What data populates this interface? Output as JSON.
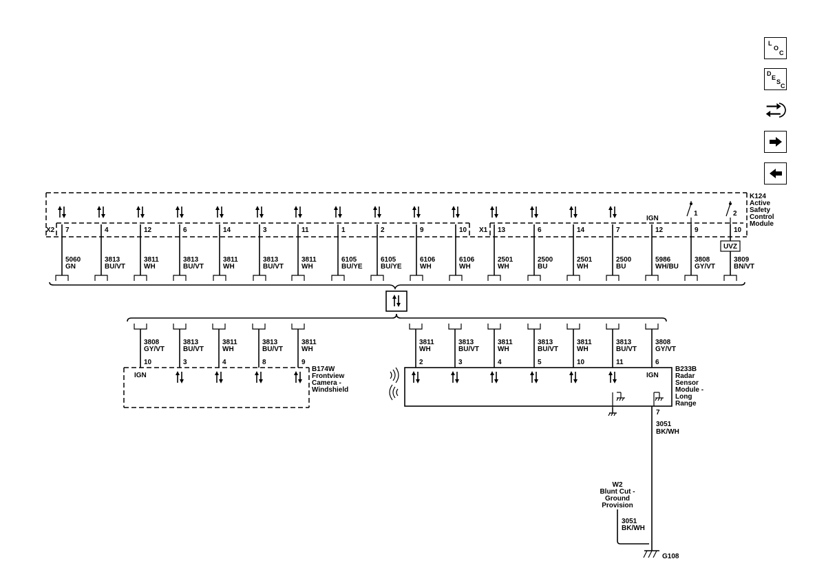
{
  "modules": {
    "k124": {
      "id": "K124",
      "name_lines": [
        "Active",
        "Safety",
        "Control",
        "Module"
      ]
    },
    "b174w": {
      "id": "B174W",
      "name_lines": [
        "Frontview",
        "Camera -",
        "Windshield"
      ]
    },
    "b233b": {
      "id": "B233B",
      "name_lines": [
        "Radar",
        "Sensor",
        "Module -",
        "Long",
        "Range"
      ]
    }
  },
  "connectors": {
    "x2": "X2",
    "x1": "X1"
  },
  "top_pins": [
    {
      "pin": "7",
      "circuit": "5060",
      "color": "GN"
    },
    {
      "pin": "4",
      "circuit": "3813",
      "color": "BU/VT"
    },
    {
      "pin": "12",
      "circuit": "3811",
      "color": "WH"
    },
    {
      "pin": "6",
      "circuit": "3813",
      "color": "BU/VT"
    },
    {
      "pin": "14",
      "circuit": "3811",
      "color": "WH"
    },
    {
      "pin": "3",
      "circuit": "3813",
      "color": "BU/VT"
    },
    {
      "pin": "11",
      "circuit": "3811",
      "color": "WH"
    },
    {
      "pin": "1",
      "circuit": "6105",
      "color": "BU/YE"
    },
    {
      "pin": "2",
      "circuit": "6105",
      "color": "BU/YE"
    },
    {
      "pin": "9",
      "circuit": "6106",
      "color": "WH"
    },
    {
      "pin": "10",
      "circuit": "6106",
      "color": "WH"
    },
    {
      "pin": "13",
      "circuit": "2501",
      "color": "WH"
    },
    {
      "pin": "6",
      "circuit": "2500",
      "color": "BU"
    },
    {
      "pin": "14",
      "circuit": "2501",
      "color": "WH"
    },
    {
      "pin": "7",
      "circuit": "2500",
      "color": "BU"
    },
    {
      "pin": "12",
      "circuit": "5986",
      "color": "WH/BU"
    },
    {
      "pin": "9",
      "circuit": "3808",
      "color": "GY/VT"
    },
    {
      "pin": "10",
      "circuit": "3809",
      "color": "BN/VT"
    }
  ],
  "ign_label": "IGN",
  "switch_labels": [
    "1",
    "2"
  ],
  "uvz_label": "UVZ",
  "camera_pins": [
    {
      "pin": "10",
      "circuit": "3808",
      "color": "GY/VT"
    },
    {
      "pin": "3",
      "circuit": "3813",
      "color": "BU/VT"
    },
    {
      "pin": "4",
      "circuit": "3811",
      "color": "WH"
    },
    {
      "pin": "8",
      "circuit": "3813",
      "color": "BU/VT"
    },
    {
      "pin": "9",
      "circuit": "3811",
      "color": "WH"
    }
  ],
  "radar_pins": [
    {
      "pin": "2",
      "circuit": "3811",
      "color": "WH"
    },
    {
      "pin": "3",
      "circuit": "3813",
      "color": "BU/VT"
    },
    {
      "pin": "4",
      "circuit": "3811",
      "color": "WH"
    },
    {
      "pin": "5",
      "circuit": "3813",
      "color": "BU/VT"
    },
    {
      "pin": "10",
      "circuit": "3811",
      "color": "WH"
    },
    {
      "pin": "11",
      "circuit": "3813",
      "color": "BU/VT"
    },
    {
      "pin": "6",
      "circuit": "3808",
      "color": "GY/VT"
    }
  ],
  "ground": {
    "pin": "7",
    "circuit": "3051",
    "color": "BK/WH",
    "splice_lines": [
      "W2",
      "Blunt Cut -",
      "Ground",
      "Provision"
    ],
    "circuit2": "3051",
    "color2": "BK/WH",
    "ground_id": "G108"
  },
  "nav": {
    "loc": {
      "l1": "L",
      "l2": "O",
      "l3": "C"
    },
    "desc": {
      "l1": "D",
      "l2": "E",
      "l3": "S",
      "l4": "C"
    }
  }
}
